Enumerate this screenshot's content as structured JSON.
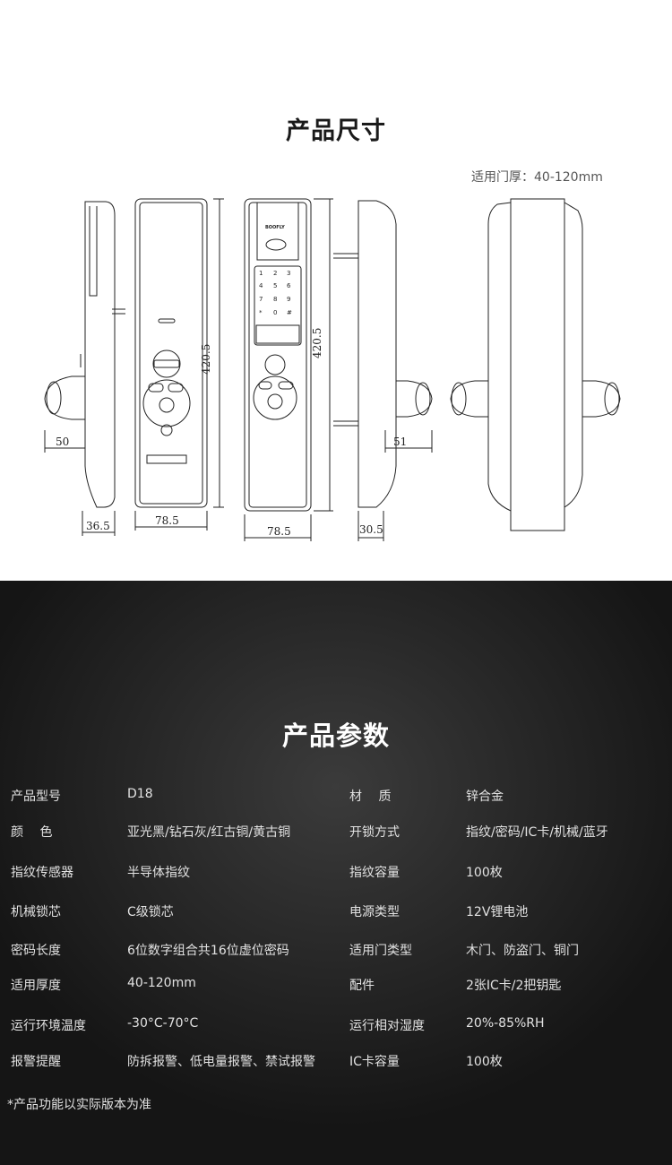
{
  "dimensions_section": {
    "title": "产品尺寸",
    "door_thickness": "适用门厚：40-120mm",
    "brand_mark": "BOOFLY",
    "keypad": [
      "1",
      "2",
      "3",
      "4",
      "5",
      "6",
      "7",
      "8",
      "9",
      "*",
      "0",
      "#"
    ],
    "labels": {
      "side_depth_handle": "50",
      "side_depth_body": "36.5",
      "back_width": "78.5",
      "back_height": "420.5",
      "front_height": "420.5",
      "front_width": "78.5",
      "side2_depth_handle": "51",
      "side2_depth_body": "30.5"
    }
  },
  "specs_section": {
    "title": "产品参数",
    "rows": [
      {
        "k1": "产品型号",
        "v1": "D18",
        "k2": "材　 质",
        "v2": "锌合金"
      },
      {
        "k1": "颜　 色",
        "v1": "亚光黑/钻石灰/红古铜/黄古铜",
        "k2": "开锁方式",
        "v2": "指纹/密码/IC卡/机械/蓝牙"
      },
      {
        "k1": "指纹传感器",
        "v1": "半导体指纹",
        "k2": "指纹容量",
        "v2": "100枚"
      },
      {
        "k1": "机械锁芯",
        "v1": "C级锁芯",
        "k2": "电源类型",
        "v2": "12V锂电池"
      },
      {
        "k1": "密码长度",
        "v1": "6位数字组合共16位虚位密码",
        "k2": "适用门类型",
        "v2": "木门、防盗门、铜门"
      },
      {
        "k1": "适用厚度",
        "v1": "40-120mm",
        "k2": "配件",
        "v2": "2张IC卡/2把钥匙"
      },
      {
        "k1": "运行环境温度",
        "v1": "-30°C-70°C",
        "k2": "运行相对湿度",
        "v2": "20%-85%RH"
      },
      {
        "k1": "报警提醒",
        "v1": "防拆报警、低电量报警、禁试报警",
        "k2": "IC卡容量",
        "v2": "100枚"
      }
    ],
    "note": "*产品功能以实际版本为准"
  }
}
